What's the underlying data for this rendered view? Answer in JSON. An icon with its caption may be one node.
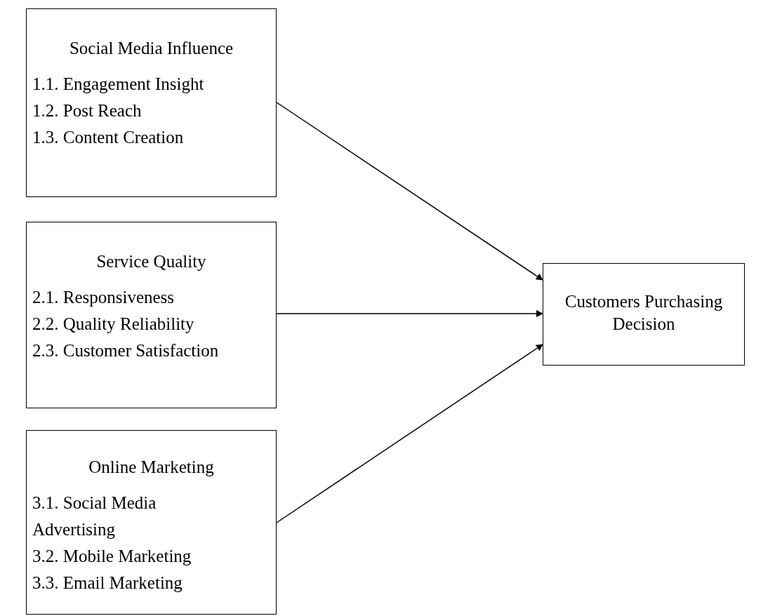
{
  "diagram": {
    "nodes": [
      {
        "text": [
          "Social Media Influence",
          "1.1. Engagement Insight",
          "1.2. Post Reach",
          "1.3. Content Creation"
        ]
      },
      {
        "text": [
          "Service Quality",
          "2.1. Responsiveness",
          "2.2. Quality Reliability",
          "2.3. Customer Satisfaction"
        ]
      },
      {
        "text": [
          "Online Marketing",
          "3.1. Social Media Advertising",
          "3.2. Mobile Marketing",
          "3.3. Email Marketing"
        ]
      },
      {
        "text": [
          "Customers Purchasing Decision"
        ]
      }
    ],
    "edges": [
      {
        "from": 0,
        "to": 3,
        "arrow": "to"
      },
      {
        "from": 1,
        "to": 3,
        "arrow": "to"
      },
      {
        "from": 2,
        "to": 3,
        "arrow": "to"
      }
    ]
  }
}
